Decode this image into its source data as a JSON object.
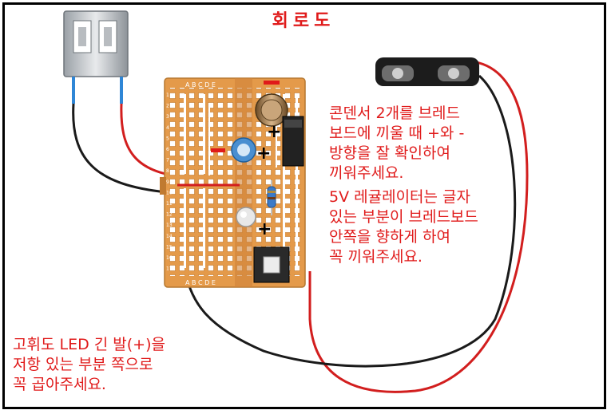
{
  "title": "회로도",
  "instructions": {
    "capacitor_lines": [
      "콘덴서 2개를 브레드",
      "보드에 끼울 때 +와 -",
      "방향을 잘 확인하여",
      "끼워주세요."
    ],
    "regulator_lines": [
      "5V 레귤레이터는 글자",
      "있는 부분이 브레드보드",
      "안쪽을 향하게 하여",
      "꼭 끼워주세요."
    ],
    "led_lines": [
      "고휘도 LED 긴 발(+)을",
      "저항 있는 부분 쪽으로",
      "꼭 곱아주세요."
    ]
  },
  "polarity_marks": {
    "plus": "+",
    "minus": "−"
  },
  "board_labels": {
    "columns": "A B C D E",
    "rows": [
      "1",
      "2",
      "3",
      "4",
      "5",
      "6",
      "7",
      "8",
      "9",
      "10",
      "11",
      "12",
      "13",
      "14",
      "15",
      "16",
      "17"
    ]
  },
  "colors": {
    "accent_red": "#e01a1a",
    "board": "#e49a4a",
    "wire_red": "#d21e1e",
    "wire_black": "#1a1a1a",
    "insulation_blue": "#2f86d6"
  }
}
